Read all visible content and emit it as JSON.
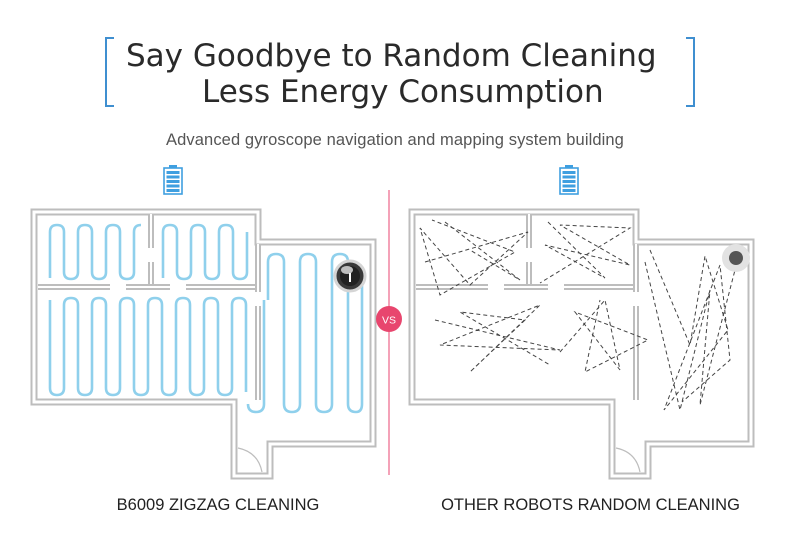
{
  "headline": {
    "line1": "Say Goodbye to Random Cleaning",
    "line2": "Less Energy Consumption"
  },
  "subtitle": "Advanced gyroscope navigation and mapping system building",
  "vs_badge": "VS",
  "captions": {
    "left": "B6009 ZIGZAG CLEANING",
    "right": "OTHER ROBOTS RANDOM CLEANING"
  },
  "colors": {
    "bracket": "#3f8fd0",
    "zigzag_path": "#8fd0ec",
    "wall": "#bdbdbd",
    "vs_badge": "#e8466e",
    "divider": "#f07a9a",
    "battery": "#3f9fe0"
  },
  "icons": {
    "battery": "battery-full-icon",
    "robot": "robot-vacuum-icon"
  }
}
